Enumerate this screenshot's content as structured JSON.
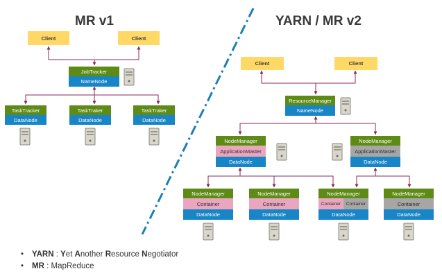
{
  "mr1": {
    "title": "MR v1",
    "client1": "Client",
    "client2": "Client",
    "job_tracker": "JobTracker",
    "name_node": "NameNode",
    "task_trackers": [
      {
        "top": "TaskTracker",
        "bottom": "DataNode"
      },
      {
        "top": "TaskTraker",
        "bottom": "DataNode"
      },
      {
        "top": "TaskTraker",
        "bottom": "DataNode"
      }
    ]
  },
  "mr2": {
    "title": "YARN / MR v2",
    "client1": "Client",
    "client2": "Client",
    "resource_manager": "ResourceManager",
    "name_node": "NameNode",
    "app_nodes": [
      {
        "top": "NodeManager",
        "middle": "ApplicationMaster",
        "bottom": "DataNode"
      },
      {
        "top": "NodeManager",
        "middle": "ApplicationMaster",
        "bottom": "DataNode"
      }
    ],
    "container_nodes": [
      {
        "top": "NodeManager",
        "middle": "Container",
        "bottom": "DataNode"
      },
      {
        "top": "NodeManager",
        "middle": "Container",
        "bottom": "DataNode"
      },
      {
        "top": "NodeManager",
        "middle_left": "Container",
        "middle_right": "Container",
        "bottom": "DataNode"
      },
      {
        "top": "NodeManager",
        "middle": "Container",
        "bottom": "DataNode"
      }
    ]
  },
  "legend": {
    "items": [
      {
        "bullet": "•",
        "abbr": "YARN",
        "sep": " : ",
        "w1b": "Y",
        "w1": "et ",
        "w2b": "A",
        "w2": "nother ",
        "w3b": "R",
        "w3": "esource ",
        "w4b": "N",
        "w4": "egotiator"
      },
      {
        "bullet": "•",
        "abbr": "MR",
        "sep": " : ",
        "text": "MapReduce"
      }
    ]
  },
  "colors": {
    "client": "#ffd866",
    "manager": "#5e8a16",
    "datanode": "#1785c6",
    "appmaster_active": "#e9a6bf",
    "appmaster_idle": "#a6a6a6",
    "arrow": "#8b2a5a",
    "divider": "#1a7fb8"
  }
}
